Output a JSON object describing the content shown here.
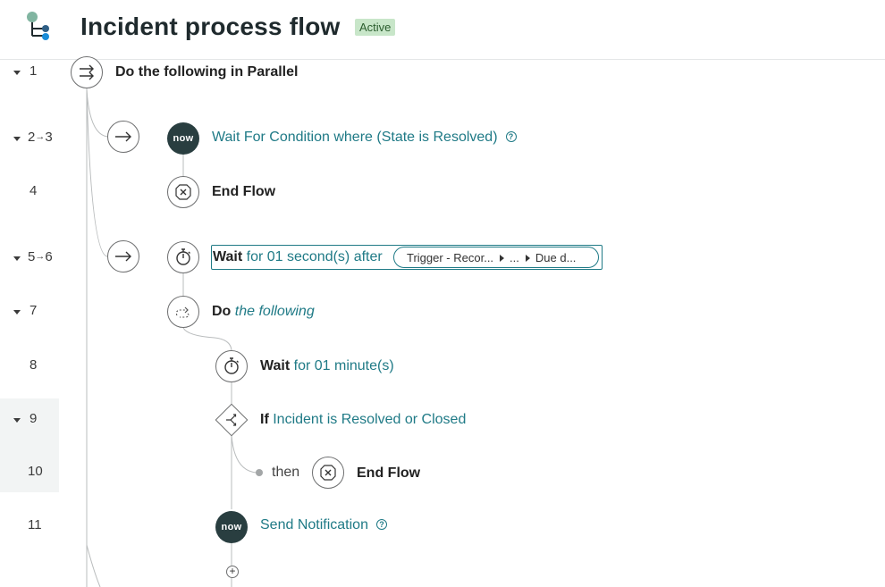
{
  "header": {
    "title": "Incident process flow",
    "status": "Active"
  },
  "rows": [
    {
      "num": "1"
    },
    {
      "num": "2",
      "num_to": "3"
    },
    {
      "num": "4"
    },
    {
      "num": "5",
      "num_to": "6"
    },
    {
      "num": "7"
    },
    {
      "num": "8"
    },
    {
      "num": "9"
    },
    {
      "num": "10"
    },
    {
      "num": "11"
    }
  ],
  "range_arrow": "→",
  "steps": {
    "parallel": {
      "label": "Do the following in Parallel"
    },
    "wait_condition": {
      "badge": "now",
      "label": "Wait For Condition where (State is Resolved)"
    },
    "end_flow_1": {
      "label": "End Flow"
    },
    "wait_seconds": {
      "keyword": "Wait",
      "text": "for 01 second(s) after",
      "pill_part1": "Trigger - Recor...",
      "pill_part2": "...",
      "pill_part3": "Due d..."
    },
    "do_following": {
      "keyword": "Do",
      "text": "the following"
    },
    "wait_minute": {
      "keyword": "Wait",
      "text": "for 01 minute(s)"
    },
    "if_condition": {
      "keyword": "If",
      "text": "Incident is Resolved or Closed"
    },
    "then_branch": {
      "then_label": "then",
      "label": "End Flow"
    },
    "send_notification": {
      "badge": "now",
      "label": "Send Notification"
    }
  },
  "help_glyph": "?",
  "add_glyph": "+",
  "colors": {
    "accent": "#1f7a86",
    "now_bg": "#293e40",
    "badge_bg": "#c8e6c9"
  }
}
